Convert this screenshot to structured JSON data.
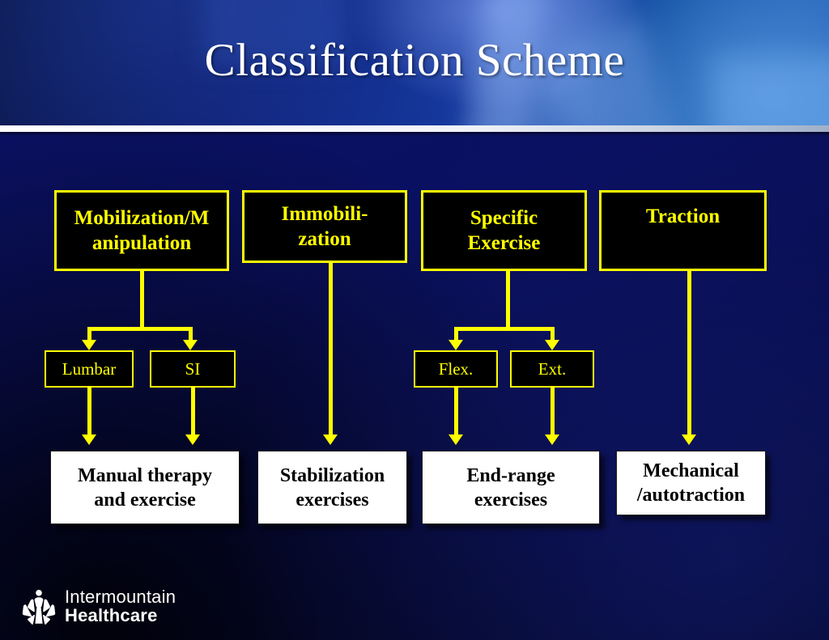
{
  "slide": {
    "title": "Classification Scheme",
    "colors": {
      "accent_yellow": "#ffff00",
      "node_dark_bg": "#000000",
      "node_light_bg": "#ffffff",
      "background_navy": "#0a1060",
      "banner_blue": "#15379c",
      "title_white": "#ffffff"
    }
  },
  "diagram": {
    "type": "flowchart",
    "level1": [
      {
        "label": "Mobilization/Manipulation",
        "line1": "Mobilization/M",
        "line2": "anipulation"
      },
      {
        "label": "Immobilization",
        "line1": "Immobili-",
        "line2": "zation"
      },
      {
        "label": "Specific Exercise",
        "line1": "Specific",
        "line2": "Exercise"
      },
      {
        "label": "Traction",
        "line1": "Traction",
        "line2": ""
      }
    ],
    "level2": [
      {
        "label": "Lumbar"
      },
      {
        "label": "SI"
      },
      {
        "label": "Flex."
      },
      {
        "label": "Ext."
      }
    ],
    "level3": [
      {
        "label": "Manual therapy and exercise",
        "line1": "Manual therapy",
        "line2": "and exercise"
      },
      {
        "label": "Stabilization exercises",
        "line1": "Stabilization",
        "line2": "exercises"
      },
      {
        "label": "End-range exercises",
        "line1": "End-range",
        "line2": "exercises"
      },
      {
        "label": "Mechanical /autotraction",
        "line1": "Mechanical",
        "line2": "/autotraction"
      }
    ]
  },
  "logo": {
    "name": "intermountain-healthcare-logo",
    "line1": "Intermountain",
    "line2": "Healthcare"
  }
}
